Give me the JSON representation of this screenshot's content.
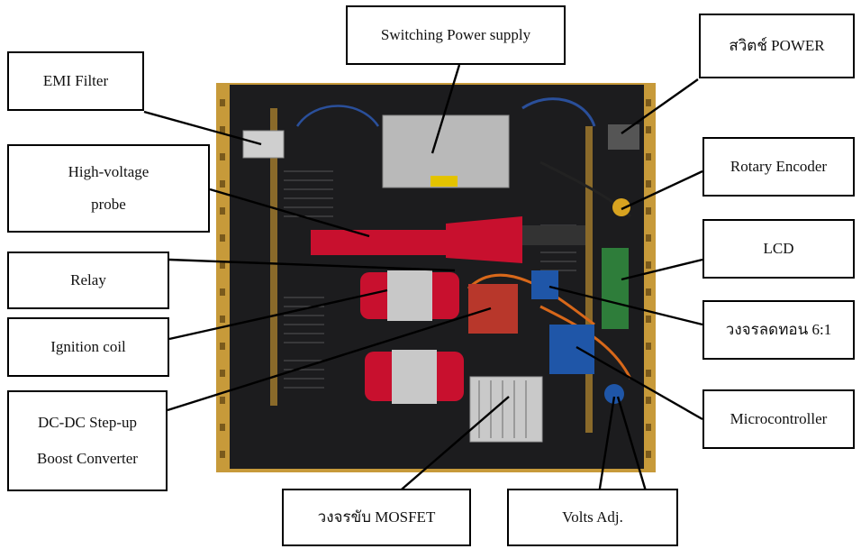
{
  "callouts": {
    "emi_filter": "EMI Filter",
    "switching_power_supply": "Switching Power supply",
    "power_switch": "สวิตช์ POWER",
    "hv_probe_line1": "High-voltage",
    "hv_probe_line2": "probe",
    "rotary_encoder": "Rotary Encoder",
    "relay": "Relay",
    "lcd": "LCD",
    "step_down_circuit": "วงจรลดทอน 6:1",
    "ignition_coil": "Ignition coil",
    "dcdc_line1": "DC-DC Step-up",
    "dcdc_line2": "Boost Converter",
    "microcontroller": "Microcontroller",
    "mosfet_driver": "วงจรขับ MOSFET",
    "volts_adj": "Volts Adj."
  },
  "colors": {
    "chassis_frame": "#c79a3a",
    "panel": "#1c1c1e",
    "coil_red": "#c8102e",
    "pcb_green": "#2e7d3a",
    "pcb_blue": "#1f56a8"
  }
}
